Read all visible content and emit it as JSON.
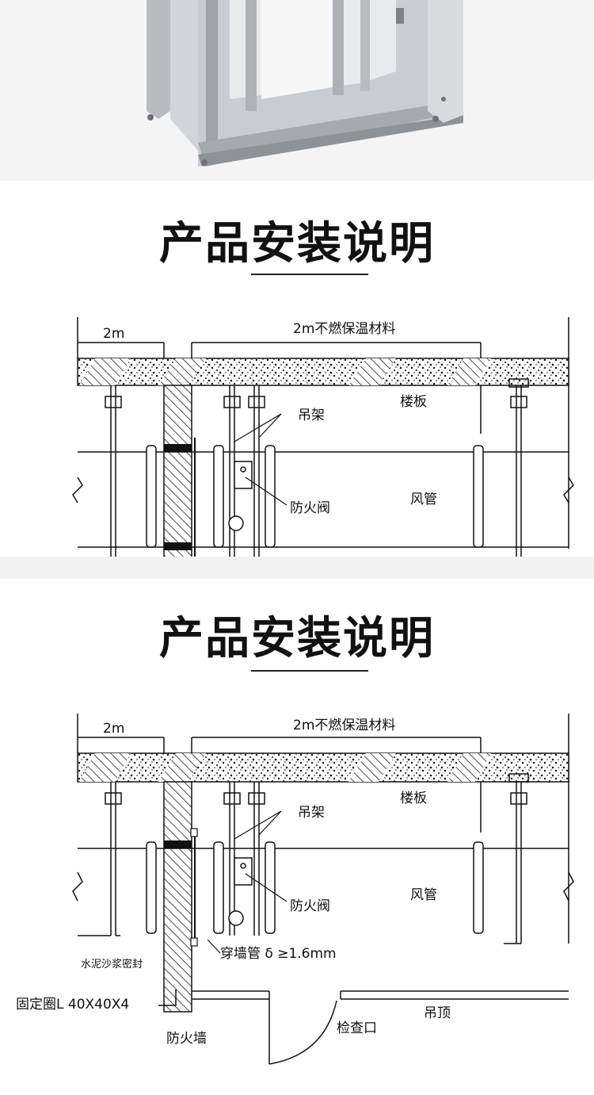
{
  "section_title_1": "产品安装说明",
  "section_title_2": "产品安装说明",
  "diagram_1": {
    "dim_left": "2m",
    "dim_right": "2m不燃保温材料",
    "floor_slab": "楼板",
    "hanger": "吊架",
    "fire_damper": "防火阀",
    "air_duct": "风管"
  },
  "diagram_2": {
    "dim_left": "2m",
    "dim_right": "2m不燃保温材料",
    "floor_slab": "楼板",
    "hanger": "吊架",
    "fire_damper": "防火阀",
    "air_duct": "风管",
    "mortar_seal": "水泥沙浆密封",
    "wall_sleeve": "穿墙管 δ ≥1.6mm",
    "fixing_ring": "固定圈L 40X40X4",
    "fire_wall": "防火墙",
    "suspended_ceiling": "吊顶",
    "access_opening": "检查口"
  }
}
